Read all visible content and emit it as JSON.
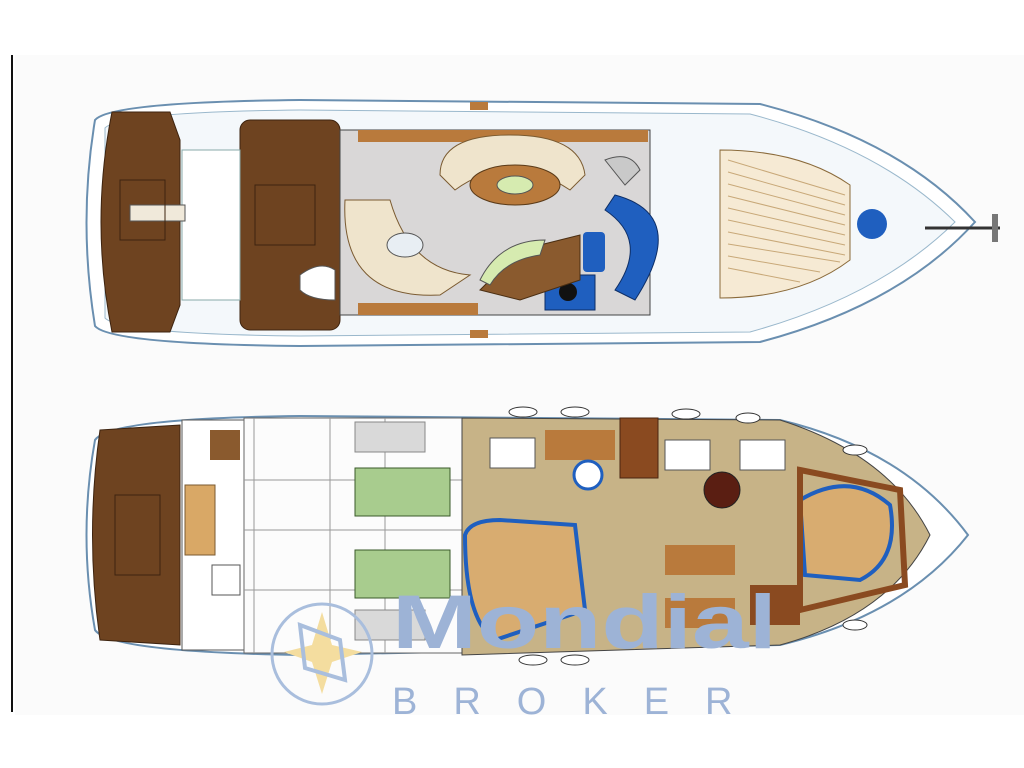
{
  "watermark": {
    "brand_top": "Mondial",
    "brand_bottom": "BROKER",
    "logo_icon": "compass-star-logo"
  },
  "colors": {
    "teak": "#6e4320",
    "wood_light": "#b97a3c",
    "cream": "#efe4cc",
    "saloon_floor": "#d9d7d7",
    "blue": "#1f5fbf",
    "green_engine": "#a8cc8e",
    "watermark_blue": "#7f9cc8",
    "watermark_gold": "#f0cf7a"
  }
}
